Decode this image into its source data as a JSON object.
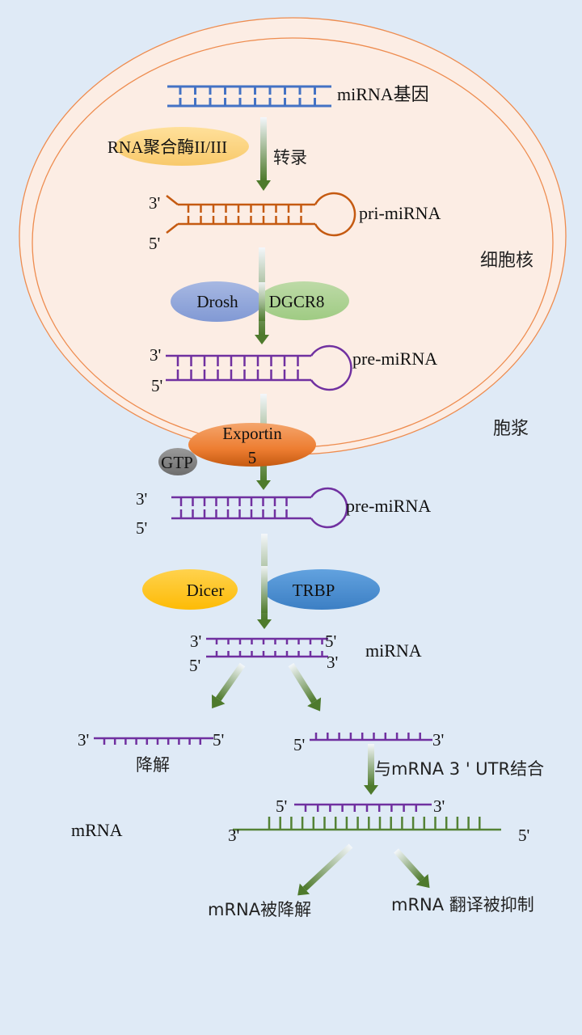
{
  "colors": {
    "background": "#dfeaf6",
    "nucleus_fill": "#fcede4",
    "nucleus_border": "#ee8c4f",
    "gene_strand": "#4472c4",
    "pri_mirna_strand": "#c55a11",
    "pre_mirna_strand": "#7030a0",
    "mrna_strand": "#548235",
    "arrow_green": "#4e7a2c"
  },
  "compartments": {
    "nucleus_label": "细胞核",
    "cytoplasm_label": "胞浆"
  },
  "molecules": {
    "gene": {
      "label": "miRNA基因"
    },
    "pri_mirna": {
      "label": "pri-miRNA",
      "end_top": "3'",
      "end_bottom": "5'"
    },
    "pre_mirna_nuclear": {
      "label": "pre-miRNA",
      "end_top": "3'",
      "end_bottom": "5'"
    },
    "pre_mirna_cyto": {
      "label": "pre-miRNA",
      "end_top": "3'",
      "end_bottom": "5'"
    },
    "mirna_duplex": {
      "label": "miRNA",
      "top_left": "3'",
      "top_right": "5'",
      "bottom_left": "5'",
      "bottom_right": "3'"
    },
    "passenger_strand": {
      "left": "3'",
      "right": "5'",
      "fate": "降解"
    },
    "guide_strand": {
      "left": "5'",
      "right": "3'"
    },
    "bound_guide": {
      "left": "5'",
      "right": "3'"
    },
    "mrna": {
      "label": "mRNA",
      "left": "3'",
      "right": "5'"
    }
  },
  "enzymes": {
    "rna_pol": "RNA聚合酶II/III",
    "drosh": "Drosh",
    "dgcr8": "DGCR8",
    "exportin_line1": "Exportin",
    "exportin_line2": "5",
    "gtp": "GTP",
    "dicer": "Dicer",
    "trbp": "TRBP"
  },
  "steps": {
    "transcription": "转录",
    "binding": "与mRNA 3 ' UTR结合",
    "outcome_degraded": "mRNA被降解",
    "outcome_repressed": "mRNA 翻译被抑制"
  }
}
